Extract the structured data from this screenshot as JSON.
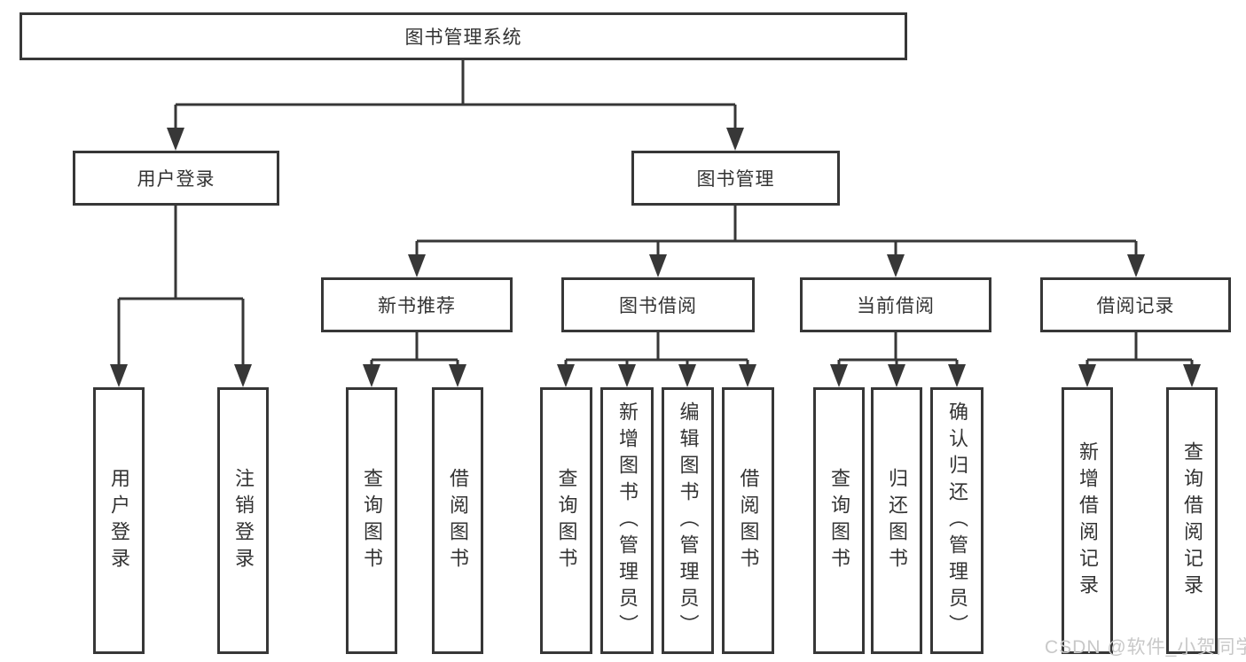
{
  "nodes": {
    "root": "图书管理系统",
    "level2": [
      "用户登录",
      "图书管理"
    ],
    "level3": [
      "新书推荐",
      "图书借阅",
      "当前借阅",
      "借阅记录"
    ],
    "leaves": [
      "用户登录",
      "注销登录",
      "查询图书",
      "借阅图书",
      "查询图书",
      "新增图书（管理员）",
      "编辑图书（管理员）",
      "借阅图书",
      "查询图书",
      "归还图书",
      "确认归还（管理员）",
      "新增借阅记录",
      "查询借阅记录"
    ]
  },
  "watermark": "CSDN @软件_小贺同学",
  "colors": {
    "line": "#373737",
    "text": "#333333",
    "box_background": "#ffffff",
    "watermark": "#c8c8c8",
    "background": "#ffffff"
  }
}
